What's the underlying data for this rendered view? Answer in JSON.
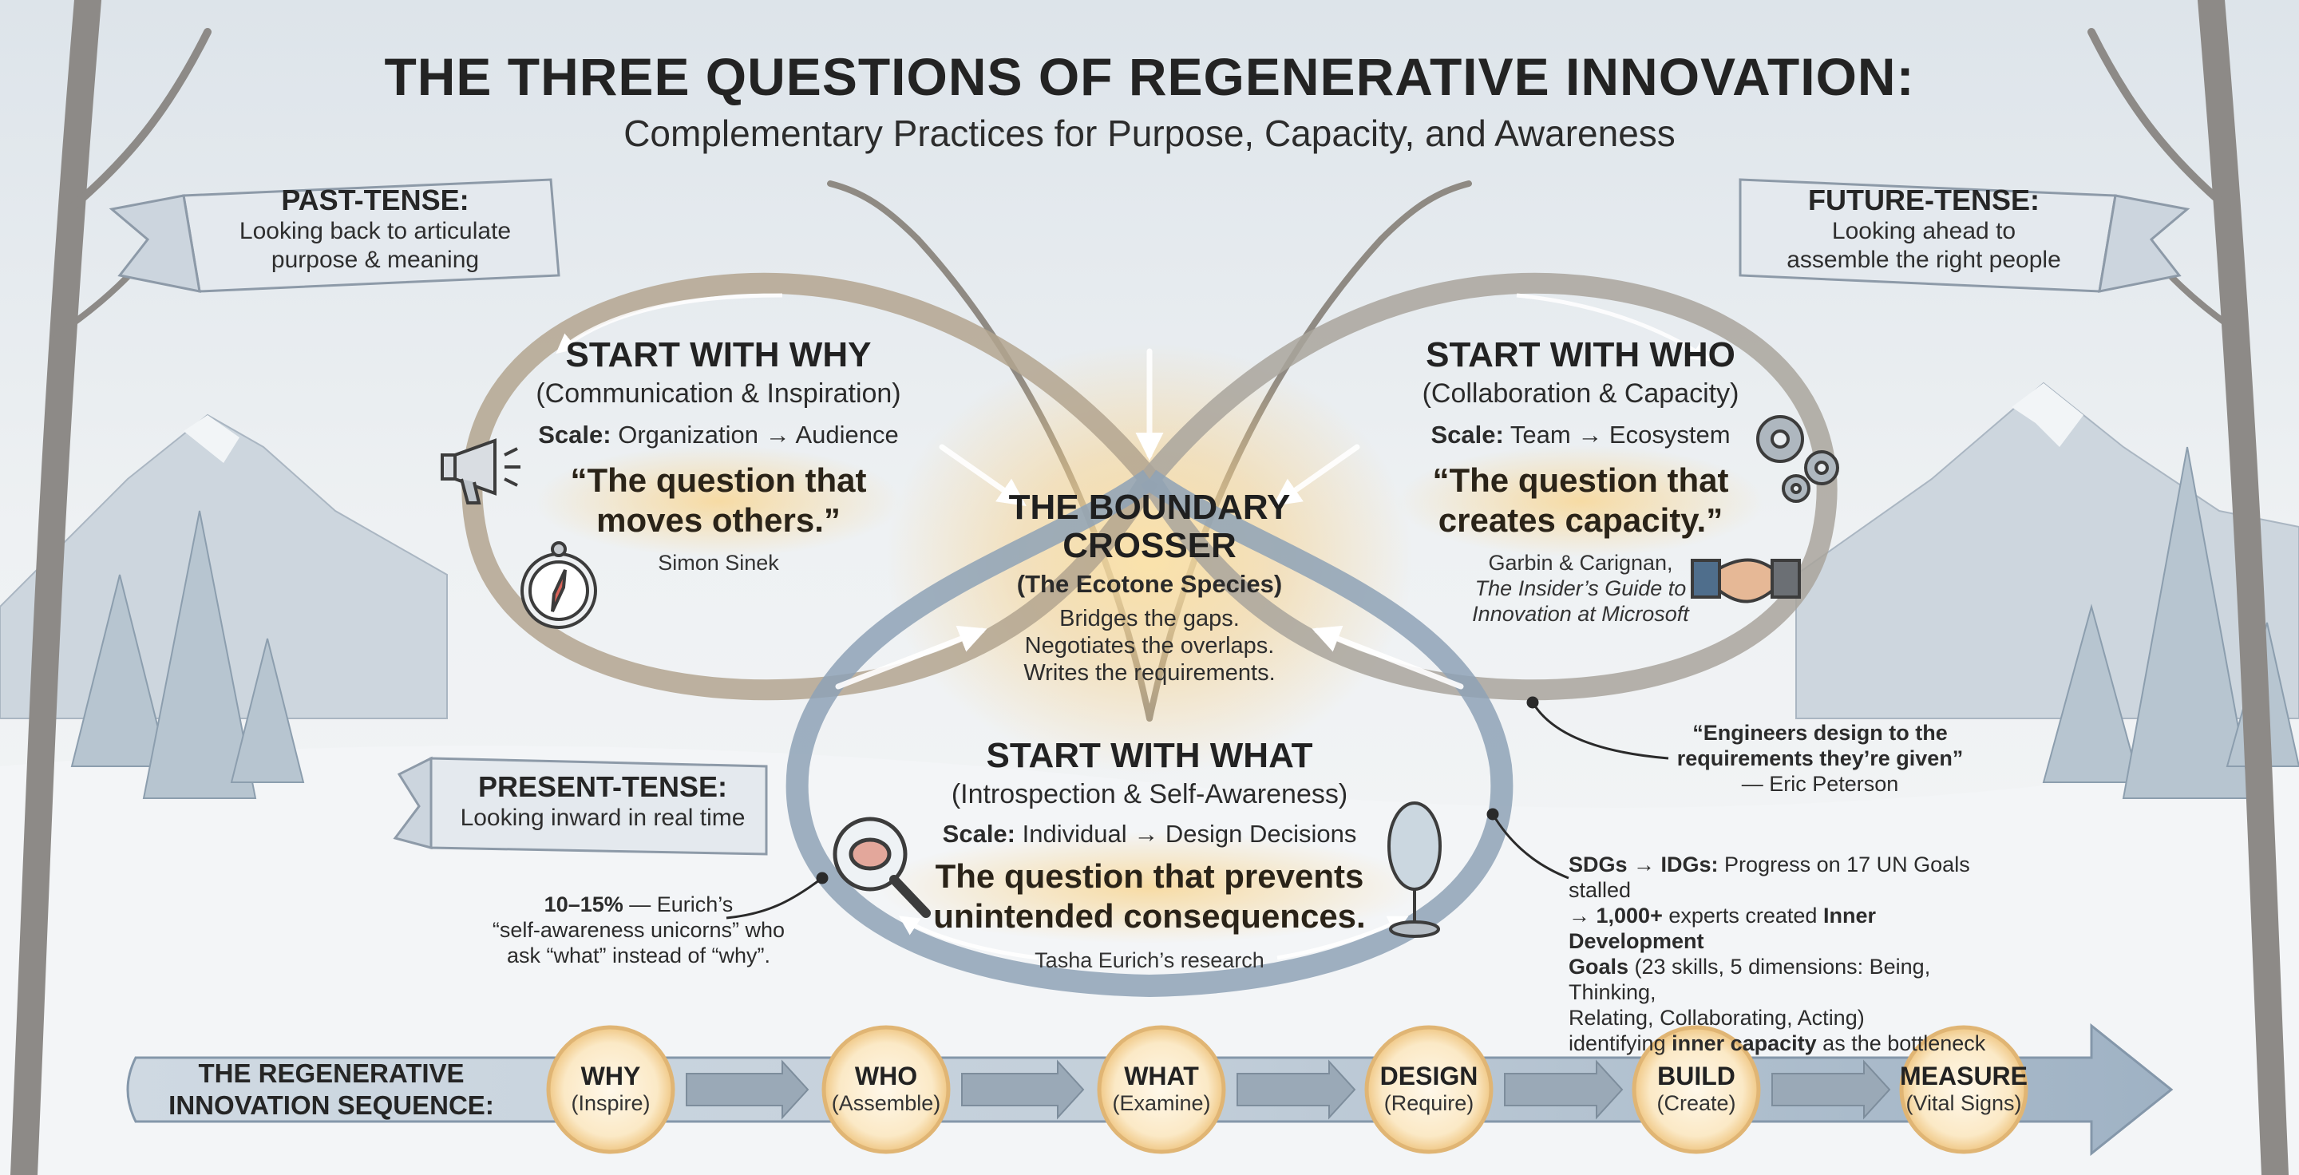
{
  "title": "THE THREE QUESTIONS OF REGENERATIVE INNOVATION:",
  "subtitle": "Complementary Practices for Purpose, Capacity, and Awareness",
  "banners": {
    "past": {
      "head": "PAST-TENSE:",
      "line1": "Looking back to articulate",
      "line2": "purpose & meaning"
    },
    "future": {
      "head": "FUTURE-TENSE:",
      "line1": "Looking ahead to",
      "line2": "assemble the right people"
    },
    "present": {
      "head": "PRESENT-TENSE:",
      "line1": "Looking inward in real time"
    }
  },
  "why": {
    "title": "START WITH WHY",
    "subtitle": "(Communication & Inspiration)",
    "scale_label": "Scale:",
    "scale_value": "Organization → Audience",
    "quote_line1": "“The question that",
    "quote_line2": "moves others.”",
    "cite": "Simon Sinek"
  },
  "who": {
    "title": "START WITH WHO",
    "subtitle": "(Collaboration & Capacity)",
    "scale_label": "Scale:",
    "scale_value": "Team → Ecosystem",
    "quote_line1": "“The question that",
    "quote_line2": "creates capacity.”",
    "cite_line1": "Garbin & Carignan,",
    "cite_line2": "The Insider’s Guide to",
    "cite_line3": "Innovation at Microsoft"
  },
  "what": {
    "title": "START WITH WHAT",
    "subtitle": "(Introspection & Self-Awareness)",
    "scale_label": "Scale:",
    "scale_value": "Individual → Design Decisions",
    "quote_line1": "The question that prevents",
    "quote_line2": "unintended consequences.",
    "cite": "Tasha Eurich’s research"
  },
  "center": {
    "title_line1": "THE BOUNDARY",
    "title_line2": "CROSSER",
    "subtitle": "(The Ecotone Species)",
    "line1": "Bridges the gaps.",
    "line2": "Negotiates the overlaps.",
    "line3": "Writes the requirements."
  },
  "notes": {
    "engineers_line1": "“Engineers design to the",
    "engineers_line2": "requirements they’re given”",
    "engineers_line3": "— Eric Peterson",
    "eurich_pct": "10–15%",
    "eurich_line1_rest": " — Eurich’s",
    "eurich_line2": "“self-awareness unicorns” who",
    "eurich_line3": "ask “what” instead of “why”.",
    "sdg_b1": "SDGs → IDGs:",
    "sdg_t1": " Progress on 17 UN Goals stalled",
    "sdg_b2": "→ 1,000+",
    "sdg_t2": " experts created ",
    "sdg_b3": "Inner Development",
    "sdg_b4": "Goals",
    "sdg_t3": " (23 skills, 5 dimensions: Being, Thinking,",
    "sdg_t4": "Relating, Collaborating, Acting)",
    "sdg_t5": "identifying ",
    "sdg_b5": "inner capacity",
    "sdg_t6": " as the bottleneck"
  },
  "sequence": {
    "label_line1": "THE REGENERATIVE",
    "label_line2": "INNOVATION SEQUENCE:",
    "steps": [
      {
        "name": "WHY",
        "sub": "(Inspire)"
      },
      {
        "name": "WHO",
        "sub": "(Assemble)"
      },
      {
        "name": "WHAT",
        "sub": "(Examine)"
      },
      {
        "name": "DESIGN",
        "sub": "(Require)"
      },
      {
        "name": "BUILD",
        "sub": "(Create)"
      },
      {
        "name": "MEASURE",
        "sub": "(Vital Signs)"
      }
    ]
  },
  "colors": {
    "warm_glow": "#f3c77a",
    "cool_loop": "#8fa4b8",
    "warm_loop": "#b9a58d",
    "snow": "#f4f6f8",
    "sky": "#e3e9ee"
  },
  "icons": [
    "megaphone-icon",
    "compass-icon",
    "gears-icon",
    "handshake-icon",
    "magnifier-brain-icon",
    "mirror-icon"
  ]
}
